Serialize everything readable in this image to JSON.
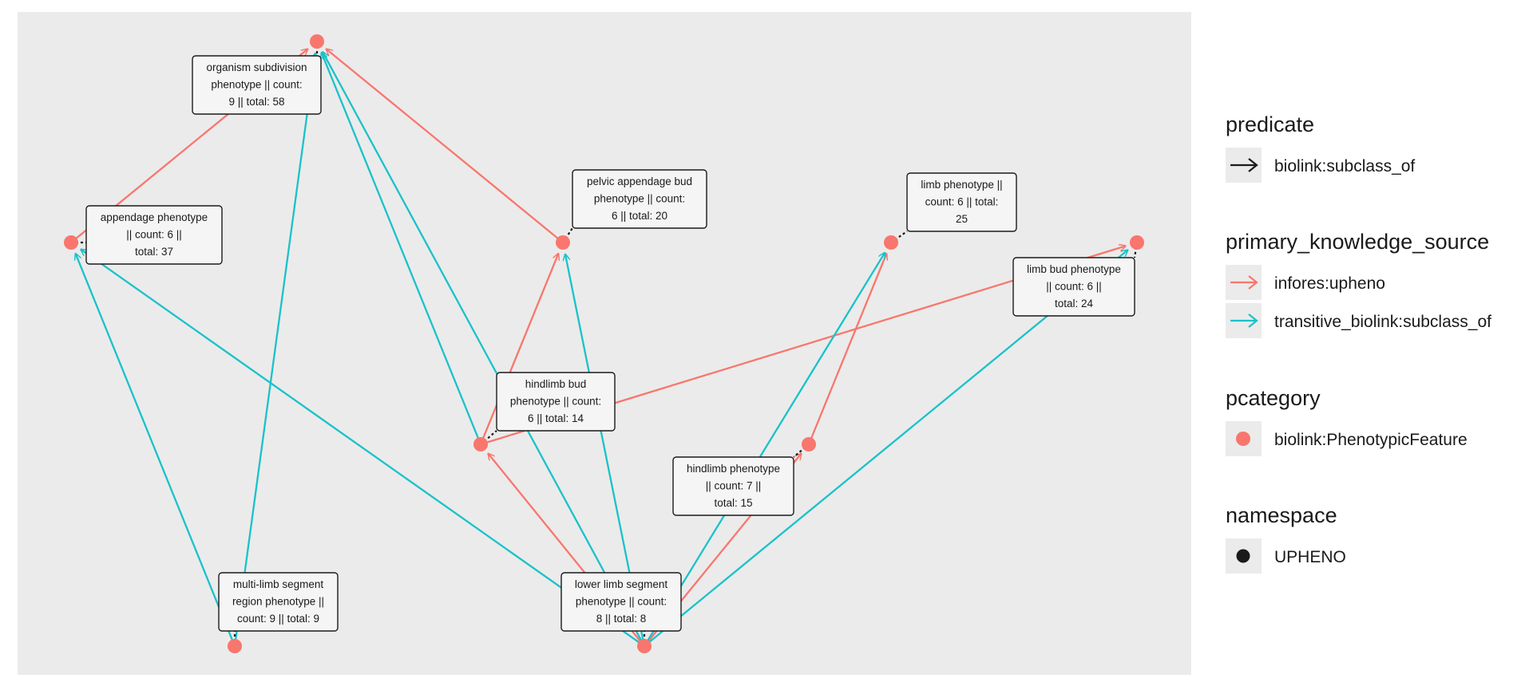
{
  "colors": {
    "infores_upheno": "#f8766d",
    "transitive_subclass_of": "#19c2c9",
    "node_fill": "#f8766d",
    "label_leader": "#1a1a1a"
  },
  "nodes": [
    {
      "id": "organism_subdivision",
      "label_lines": [
        "organism subdivision",
        "phenotype || count:",
        "9 || total: 58"
      ]
    },
    {
      "id": "appendage",
      "label_lines": [
        "appendage phenotype",
        "|| count: 6 ||",
        "total: 37"
      ]
    },
    {
      "id": "pelvic_appendage_bud",
      "label_lines": [
        "pelvic appendage bud",
        "phenotype || count:",
        "6 || total: 20"
      ]
    },
    {
      "id": "limb",
      "label_lines": [
        "limb phenotype ||",
        "count: 6 || total:",
        "25"
      ]
    },
    {
      "id": "limb_bud",
      "label_lines": [
        "limb bud phenotype",
        "|| count: 6 ||",
        "total: 24"
      ]
    },
    {
      "id": "hindlimb_bud",
      "label_lines": [
        "hindlimb bud",
        "phenotype || count:",
        "6 || total: 14"
      ]
    },
    {
      "id": "hindlimb",
      "label_lines": [
        "hindlimb phenotype",
        "|| count: 7 ||",
        "total: 15"
      ]
    },
    {
      "id": "multi_limb_segment",
      "label_lines": [
        "multi-limb segment",
        "region phenotype ||",
        "count: 9 || total: 9"
      ]
    },
    {
      "id": "lower_limb_segment",
      "label_lines": [
        "lower limb segment",
        "phenotype || count:",
        "8 || total: 8"
      ]
    }
  ],
  "edges": [
    {
      "from": "appendage",
      "to": "organism_subdivision",
      "source": "infores:upheno"
    },
    {
      "from": "pelvic_appendage_bud",
      "to": "organism_subdivision",
      "source": "infores:upheno"
    },
    {
      "from": "hindlimb_bud",
      "to": "pelvic_appendage_bud",
      "source": "infores:upheno"
    },
    {
      "from": "hindlimb_bud",
      "to": "limb_bud",
      "source": "infores:upheno"
    },
    {
      "from": "hindlimb",
      "to": "limb",
      "source": "infores:upheno"
    },
    {
      "from": "lower_limb_segment",
      "to": "hindlimb_bud",
      "source": "infores:upheno"
    },
    {
      "from": "lower_limb_segment",
      "to": "hindlimb",
      "source": "infores:upheno"
    },
    {
      "from": "hindlimb_bud",
      "to": "organism_subdivision",
      "source": "transitive_biolink:subclass_of"
    },
    {
      "from": "multi_limb_segment",
      "to": "organism_subdivision",
      "source": "transitive_biolink:subclass_of"
    },
    {
      "from": "multi_limb_segment",
      "to": "appendage",
      "source": "transitive_biolink:subclass_of"
    },
    {
      "from": "lower_limb_segment",
      "to": "appendage",
      "source": "transitive_biolink:subclass_of"
    },
    {
      "from": "lower_limb_segment",
      "to": "organism_subdivision",
      "source": "transitive_biolink:subclass_of"
    },
    {
      "from": "lower_limb_segment",
      "to": "pelvic_appendage_bud",
      "source": "transitive_biolink:subclass_of"
    },
    {
      "from": "lower_limb_segment",
      "to": "limb",
      "source": "transitive_biolink:subclass_of"
    },
    {
      "from": "lower_limb_segment",
      "to": "limb_bud",
      "source": "transitive_biolink:subclass_of"
    }
  ],
  "legend": {
    "predicate": {
      "title": "predicate",
      "items": [
        "biolink:subclass_of"
      ]
    },
    "primary_knowledge_source": {
      "title": "primary_knowledge_source",
      "items": [
        "infores:upheno",
        "transitive_biolink:subclass_of"
      ]
    },
    "pcategory": {
      "title": "pcategory",
      "items": [
        "biolink:PhenotypicFeature"
      ]
    },
    "namespace": {
      "title": "namespace",
      "items": [
        "UPHENO"
      ]
    }
  }
}
